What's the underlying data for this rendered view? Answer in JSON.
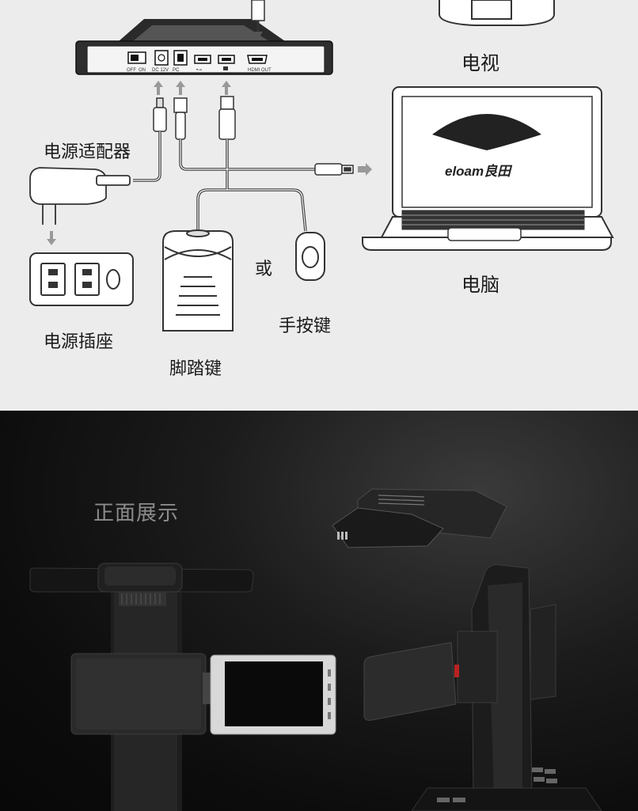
{
  "diagram": {
    "labels": {
      "tv": "电视",
      "power_adapter": "电源适配器",
      "power_outlet": "电源插座",
      "foot_pedal": "脚踏键",
      "or": "或",
      "hand_button": "手按键",
      "computer": "电脑"
    },
    "ports": {
      "off": "OFF",
      "on": "ON",
      "dc": "DC 12V",
      "pc": "PC",
      "hdmi": "HDMI OUT"
    },
    "brand": "eloam良田"
  },
  "showcase": {
    "title": "正面展示"
  },
  "colors": {
    "top_background": "#ececec",
    "bottom_background": "#0c0c0c",
    "line": "#3a3a3a",
    "title_gray": "#8c8c8c"
  }
}
